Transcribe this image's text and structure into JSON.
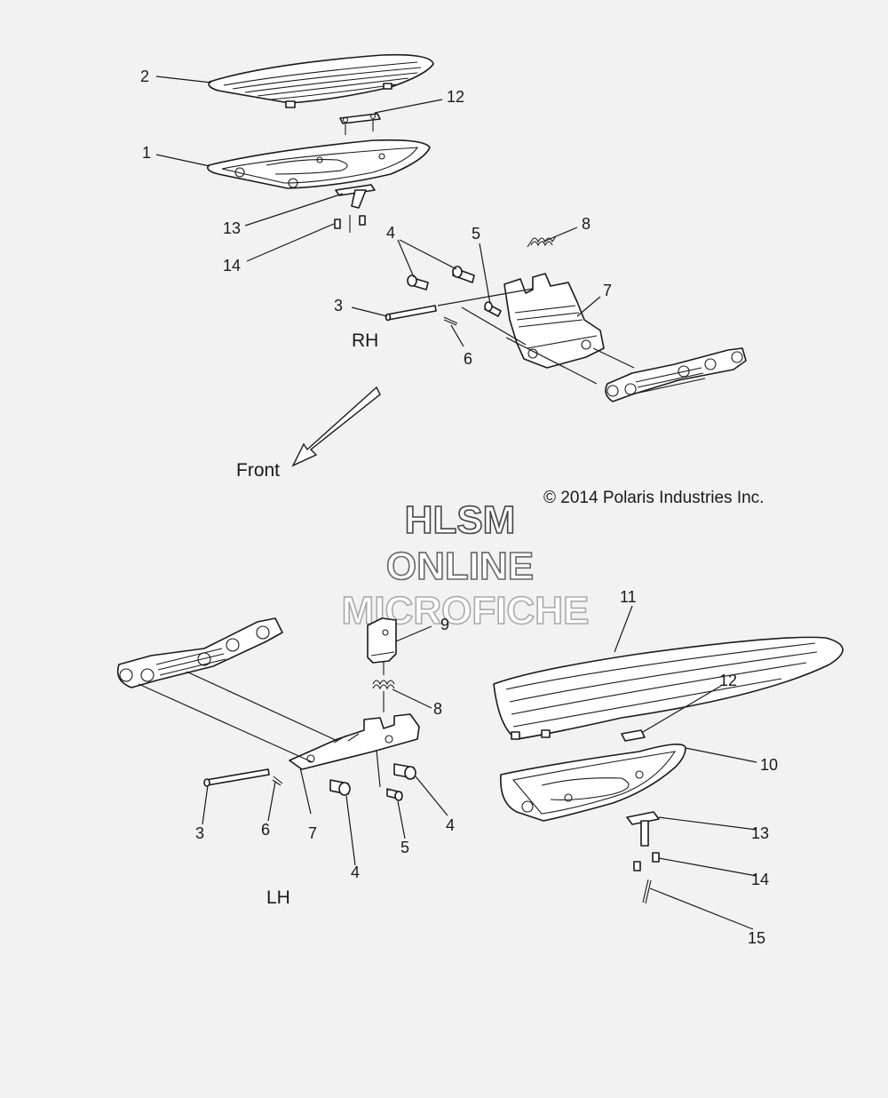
{
  "callouts": {
    "rh_2": "2",
    "rh_12": "12",
    "rh_1": "1",
    "rh_13": "13",
    "rh_14": "14",
    "rh_4": "4",
    "rh_5": "5",
    "rh_8": "8",
    "rh_3": "3",
    "rh_7": "7",
    "rh_6": "6",
    "lh_11": "11",
    "lh_9": "9",
    "lh_12": "12",
    "lh_8": "8",
    "lh_10": "10",
    "lh_3": "3",
    "lh_6": "6",
    "lh_7": "7",
    "lh_4a": "4",
    "lh_4b": "4",
    "lh_5": "5",
    "lh_13": "13",
    "lh_14": "14",
    "lh_15": "15"
  },
  "labels": {
    "rh": "RH",
    "lh": "LH",
    "front": "Front",
    "copyright": "© 2014 Polaris Industries Inc."
  },
  "watermark": {
    "line1": "HLSM",
    "line2": "ONLINE",
    "line3": "MICROFICHE"
  }
}
